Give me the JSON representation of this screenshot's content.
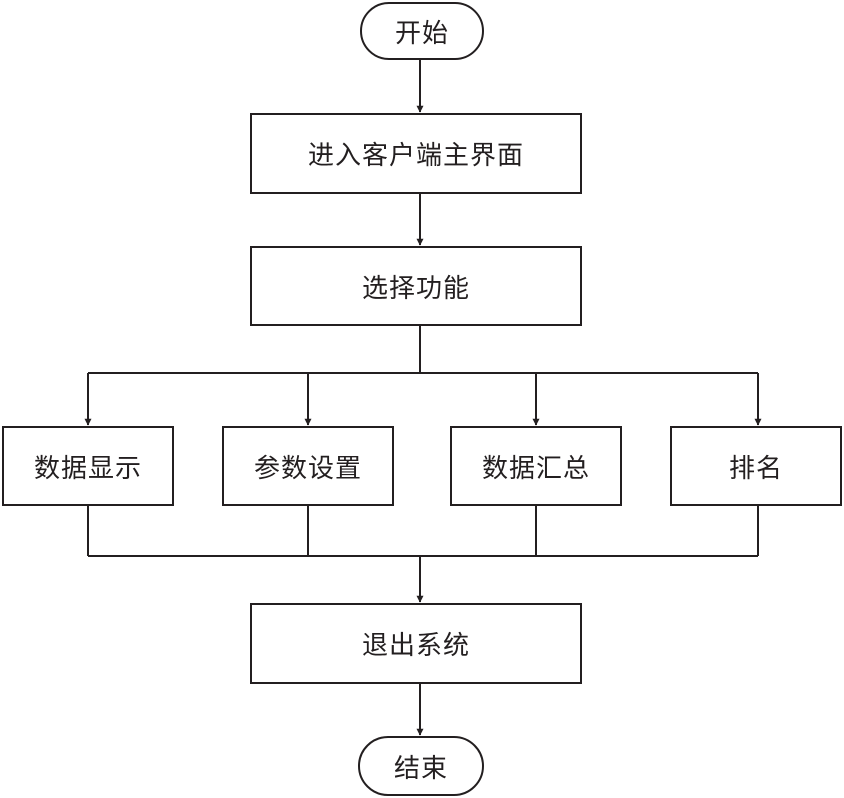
{
  "flowchart": {
    "start": "开始",
    "enter_main": "进入客户端主界面",
    "select_function": "选择功能",
    "functions": [
      "数据显示",
      "参数设置",
      "数据汇总",
      "排名"
    ],
    "exit_system": "退出系统",
    "end": "结束"
  },
  "colors": {
    "line": "#231f20",
    "text": "#231f20",
    "background": "#ffffff"
  }
}
